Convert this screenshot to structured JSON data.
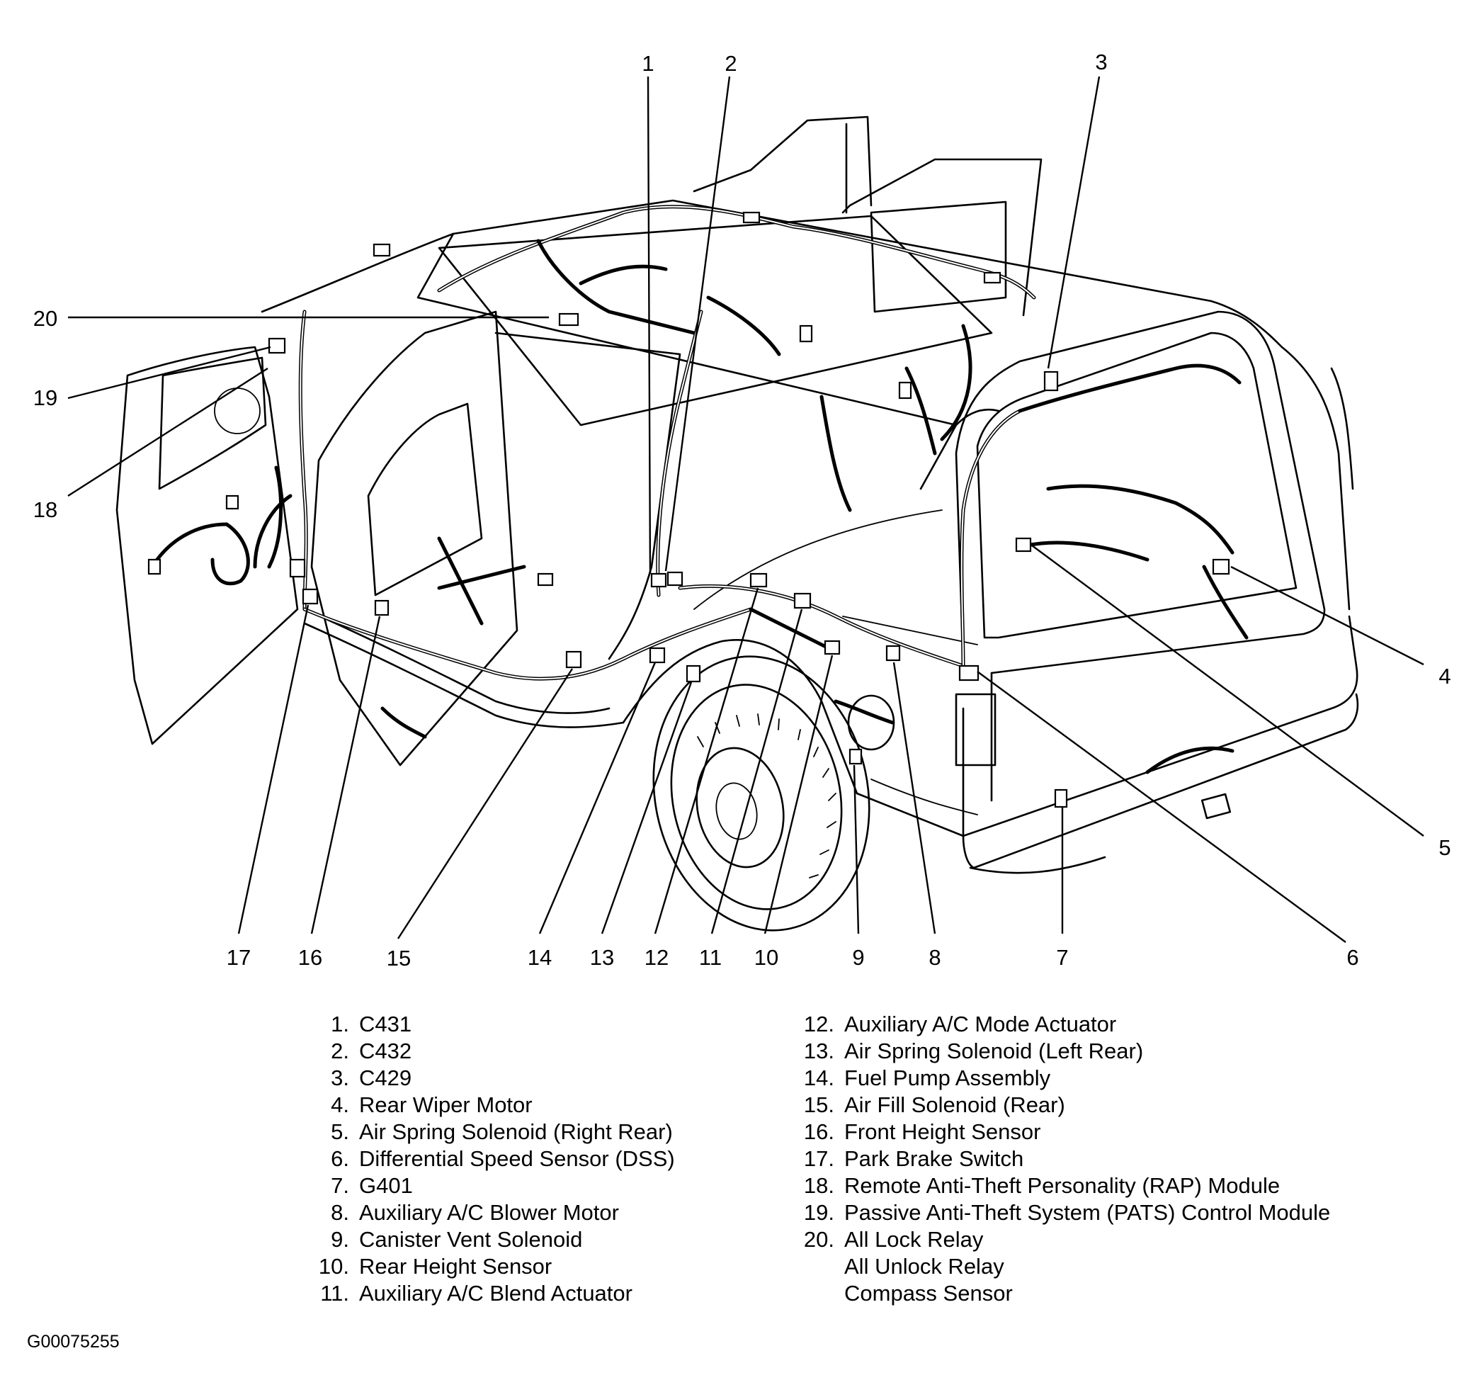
{
  "callouts": [
    "1",
    "2",
    "3",
    "4",
    "5",
    "6",
    "7",
    "8",
    "9",
    "10",
    "11",
    "12",
    "13",
    "14",
    "15",
    "16",
    "17",
    "18",
    "19",
    "20"
  ],
  "legend": {
    "left": [
      {
        "num": "1.",
        "lines": [
          "C431"
        ]
      },
      {
        "num": "2.",
        "lines": [
          "C432"
        ]
      },
      {
        "num": "3.",
        "lines": [
          "C429"
        ]
      },
      {
        "num": "4.",
        "lines": [
          "Rear Wiper Motor"
        ]
      },
      {
        "num": "5.",
        "lines": [
          "Air Spring Solenoid (Right Rear)"
        ]
      },
      {
        "num": "6.",
        "lines": [
          "Differential Speed Sensor (DSS)"
        ]
      },
      {
        "num": "7.",
        "lines": [
          "G401"
        ]
      },
      {
        "num": "8.",
        "lines": [
          "Auxiliary A/C Blower Motor"
        ]
      },
      {
        "num": "9.",
        "lines": [
          "Canister Vent Solenoid"
        ]
      },
      {
        "num": "10.",
        "lines": [
          "Rear Height Sensor"
        ]
      },
      {
        "num": "11.",
        "lines": [
          "Auxiliary A/C Blend Actuator"
        ]
      }
    ],
    "right": [
      {
        "num": "12.",
        "lines": [
          "Auxiliary A/C Mode Actuator"
        ]
      },
      {
        "num": "13.",
        "lines": [
          "Air Spring Solenoid (Left Rear)"
        ]
      },
      {
        "num": "14.",
        "lines": [
          "Fuel Pump Assembly"
        ]
      },
      {
        "num": "15.",
        "lines": [
          "Air Fill Solenoid (Rear)"
        ]
      },
      {
        "num": "16.",
        "lines": [
          "Front Height Sensor"
        ]
      },
      {
        "num": "17.",
        "lines": [
          "Park Brake Switch"
        ]
      },
      {
        "num": "18.",
        "lines": [
          "Remote Anti-Theft Personality (RAP) Module"
        ]
      },
      {
        "num": "19.",
        "lines": [
          "Passive Anti-Theft System (PATS) Control Module"
        ]
      },
      {
        "num": "20.",
        "lines": [
          "All Lock Relay",
          "All Unlock Relay",
          "Compass Sensor"
        ]
      }
    ]
  },
  "figure_id": "G00075255"
}
